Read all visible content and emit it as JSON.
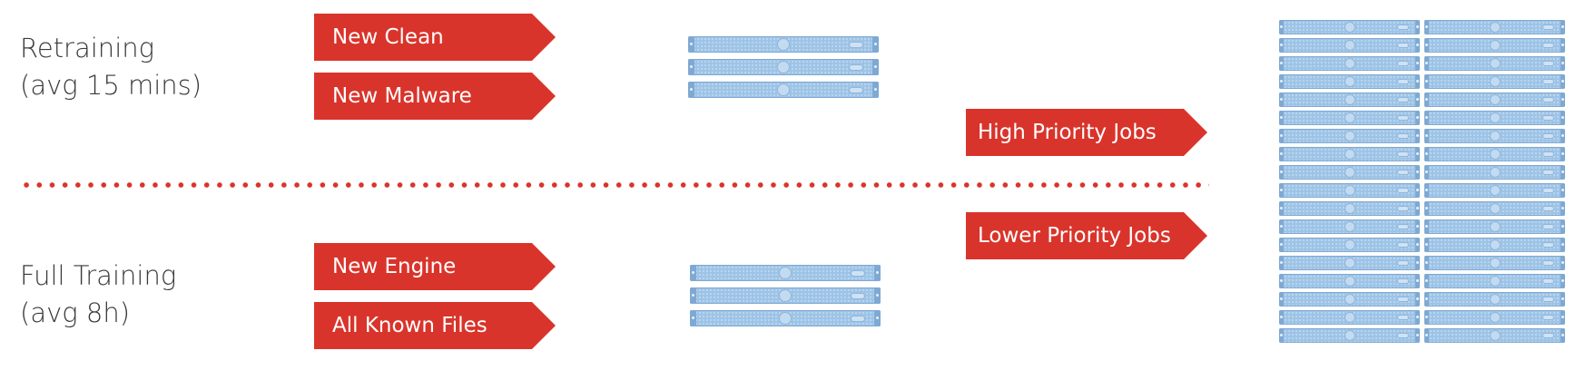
{
  "rows": {
    "retraining": {
      "title": "Retraining",
      "subtitle": "(avg 15 mins)"
    },
    "full_training": {
      "title": "Full Training",
      "subtitle": "(avg 8h)"
    }
  },
  "inputs": {
    "new_clean": "New Clean",
    "new_malware": "New Malware",
    "new_engine": "New Engine",
    "all_known_files": "All Known Files"
  },
  "jobs": {
    "high_priority": "High Priority Jobs",
    "lower_priority": "Lower Priority Jobs"
  },
  "colors": {
    "accent_red": "#d9342b",
    "server_blue": "#9dc3e6",
    "text": "#3a3a3a"
  },
  "icons": {
    "server": "server-rack-icon"
  }
}
